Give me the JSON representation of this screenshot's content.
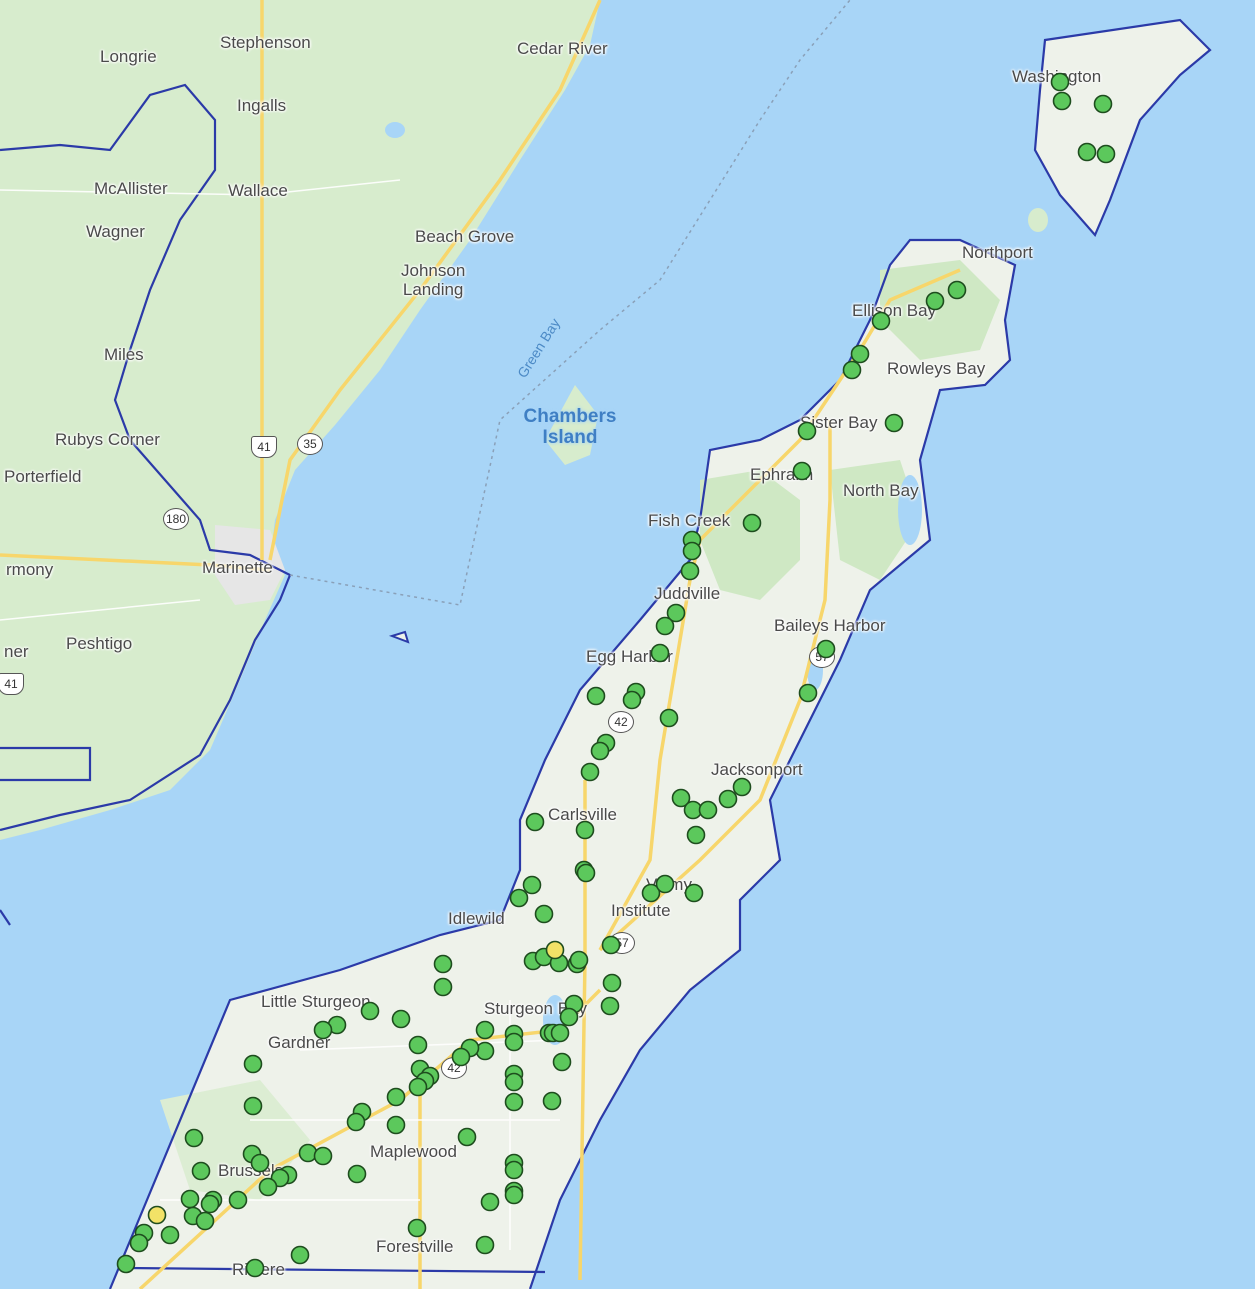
{
  "map": {
    "places": [
      {
        "id": "longrie",
        "name": "Longrie"
      },
      {
        "id": "stephenson",
        "name": "Stephenson"
      },
      {
        "id": "cedar-river",
        "name": "Cedar River"
      },
      {
        "id": "ingalls",
        "name": "Ingalls"
      },
      {
        "id": "mcallister",
        "name": "McAllister"
      },
      {
        "id": "wallace",
        "name": "Wallace"
      },
      {
        "id": "wagner",
        "name": "Wagner"
      },
      {
        "id": "beach-grove",
        "name": "Beach Grove"
      },
      {
        "id": "johnson-landing",
        "name": "Johnson\nLanding"
      },
      {
        "id": "miles",
        "name": "Miles"
      },
      {
        "id": "rubys-corner",
        "name": "Rubys Corner"
      },
      {
        "id": "porterfield",
        "name": "Porterfield"
      },
      {
        "id": "harmony",
        "name": "rmony"
      },
      {
        "id": "marinette",
        "name": "Marinette"
      },
      {
        "id": "peshtigo",
        "name": "Peshtigo"
      },
      {
        "id": "ner",
        "name": "ner"
      },
      {
        "id": "washington",
        "name": "Washington"
      },
      {
        "id": "northport",
        "name": "Northport"
      },
      {
        "id": "ellison-bay",
        "name": "Ellison Bay"
      },
      {
        "id": "rowleys-bay",
        "name": "Rowleys Bay"
      },
      {
        "id": "sister-bay",
        "name": "Sister Bay"
      },
      {
        "id": "ephraim",
        "name": "Ephraim"
      },
      {
        "id": "north-bay",
        "name": "North Bay"
      },
      {
        "id": "fish-creek",
        "name": "Fish Creek"
      },
      {
        "id": "juddville",
        "name": "Juddville"
      },
      {
        "id": "baileys-harbor",
        "name": "Baileys Harbor"
      },
      {
        "id": "egg-harbor",
        "name": "Egg Harbor"
      },
      {
        "id": "jacksonport",
        "name": "Jacksonport"
      },
      {
        "id": "carlsville",
        "name": "Carlsville"
      },
      {
        "id": "valmy",
        "name": "Valmy"
      },
      {
        "id": "institute",
        "name": "Institute"
      },
      {
        "id": "idlewild",
        "name": "Idlewild"
      },
      {
        "id": "little-sturgeon",
        "name": "Little Sturgeon"
      },
      {
        "id": "sturgeon-bay",
        "name": "Sturgeon Bay"
      },
      {
        "id": "gardner",
        "name": "Gardner"
      },
      {
        "id": "maplewood",
        "name": "Maplewood"
      },
      {
        "id": "brussels",
        "name": "Brussels"
      },
      {
        "id": "forestville",
        "name": "Forestville"
      },
      {
        "id": "riviere",
        "name": "Riviere"
      }
    ],
    "water_labels": [
      {
        "id": "chambers-island",
        "name": "Chambers\nIsland"
      },
      {
        "id": "green-bay",
        "name": "Green Bay"
      }
    ],
    "road_shields": [
      {
        "id": "us41-a",
        "label": "41",
        "type": "us"
      },
      {
        "id": "wi35",
        "label": "35",
        "type": "state"
      },
      {
        "id": "wi180",
        "label": "180",
        "type": "state"
      },
      {
        "id": "us41-b",
        "label": "41",
        "type": "us"
      },
      {
        "id": "wi42-a",
        "label": "42",
        "type": "state"
      },
      {
        "id": "wi57-a",
        "label": "57",
        "type": "state"
      },
      {
        "id": "wi57-b",
        "label": "57",
        "type": "state"
      },
      {
        "id": "wi42-b",
        "label": "42",
        "type": "state"
      }
    ],
    "markers": {
      "green_count": 149,
      "yellow_count": 2,
      "green_color": "#5cc85c",
      "yellow_color": "#f2e267",
      "stroke_color": "#1e4d1e"
    },
    "colors": {
      "water": "#a8d5f7",
      "land": "#eef0ea",
      "forest": "#cfe8c4",
      "boundary": "#2b3aa8",
      "highway": "#f7d66b"
    }
  }
}
